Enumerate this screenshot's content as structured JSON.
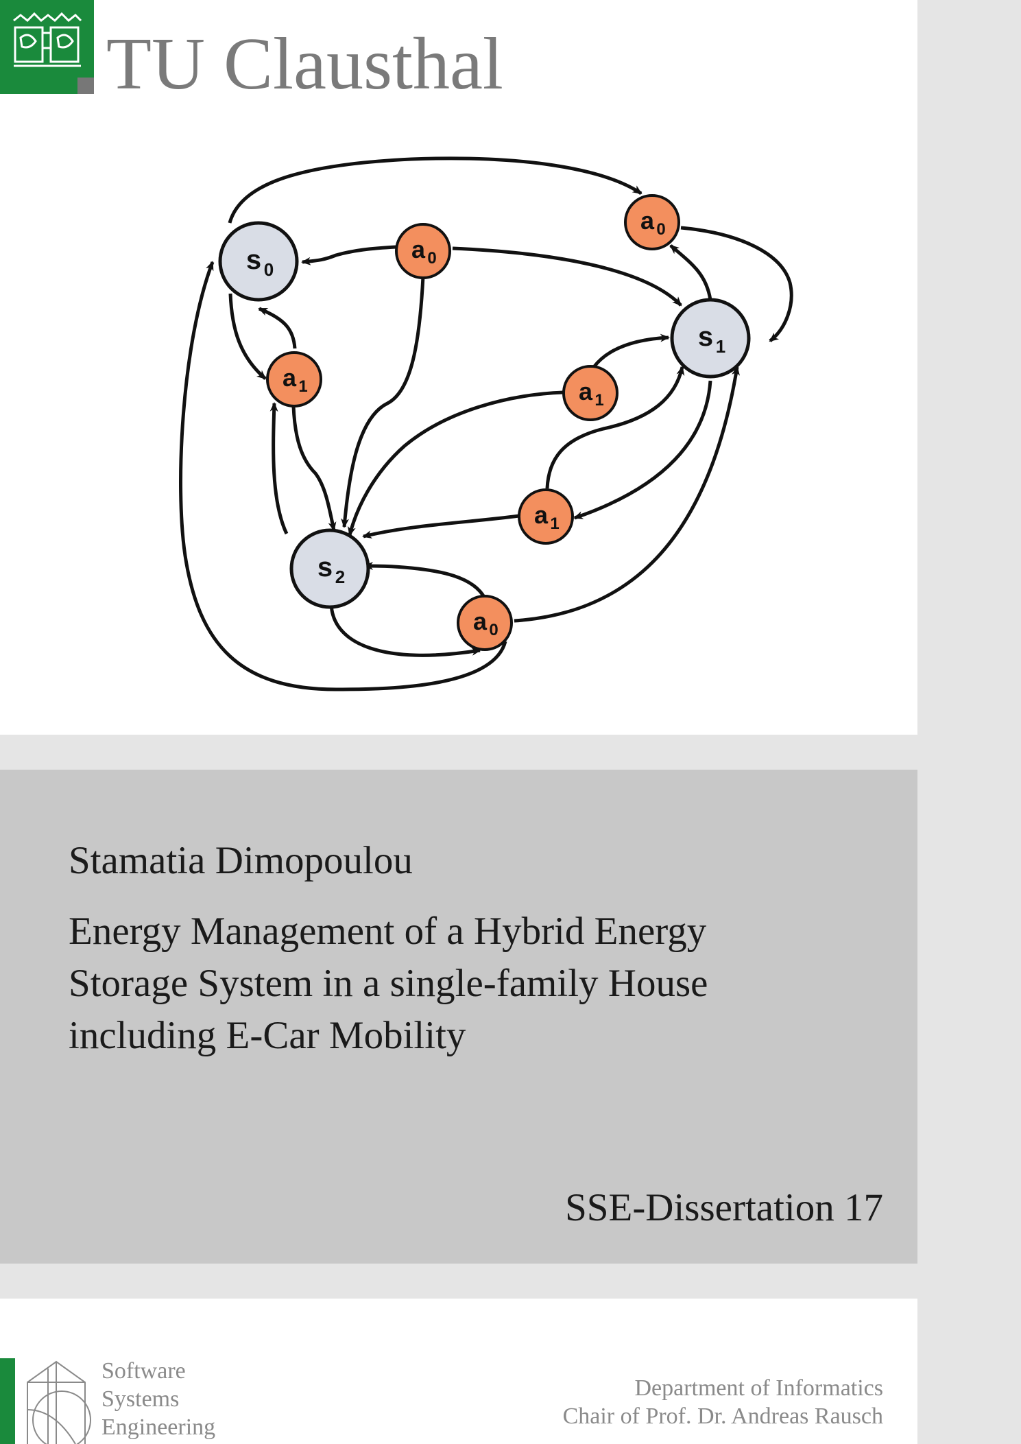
{
  "header": {
    "university": "TU Clausthal"
  },
  "diagram": {
    "nodes": {
      "s0": {
        "label": "s",
        "sub": "0"
      },
      "s1": {
        "label": "s",
        "sub": "1"
      },
      "s2": {
        "label": "s",
        "sub": "2"
      },
      "a0_top": {
        "label": "a",
        "sub": "0"
      },
      "a0_mid": {
        "label": "a",
        "sub": "0"
      },
      "a0_bot": {
        "label": "a",
        "sub": "0"
      },
      "a1_left": {
        "label": "a",
        "sub": "1"
      },
      "a1_mid": {
        "label": "a",
        "sub": "1"
      },
      "a1_low": {
        "label": "a",
        "sub": "1"
      }
    },
    "colors": {
      "state_fill": "#d9dde6",
      "action_fill": "#f38f5e",
      "stroke": "#111111"
    }
  },
  "cover": {
    "author": "Stamatia Dimopoulou",
    "title_lines": [
      "Energy Management of a Hybrid Energy",
      "Storage System in a single-family House",
      "including E-Car Mobility"
    ],
    "series": "SSE-Dissertation 17"
  },
  "footer": {
    "group_lines": [
      "Software",
      "Systems",
      "Engineering"
    ],
    "dept_lines": [
      "Department of Informatics",
      "Chair of Prof. Dr. Andreas Rausch"
    ]
  },
  "brand": {
    "green": "#1a8a3c"
  }
}
